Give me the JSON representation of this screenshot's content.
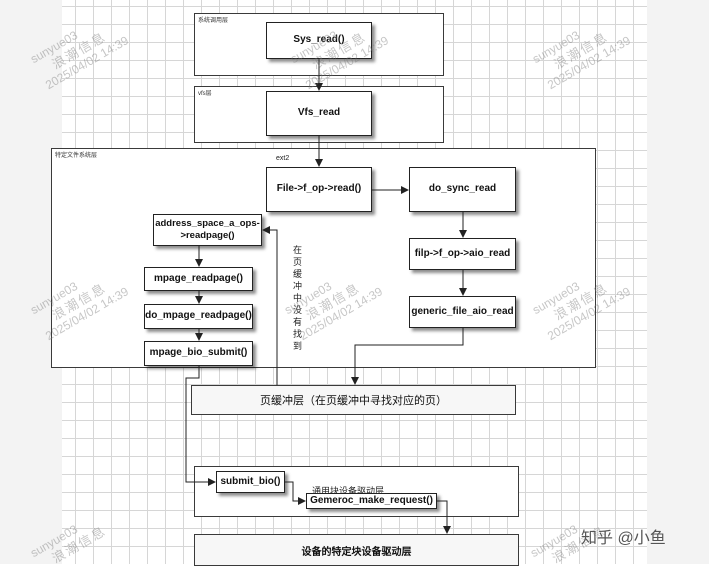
{
  "layers": {
    "syscall": "系统调用层",
    "vfs": "vfs层",
    "fs": "特定文件系统层",
    "ext2": "ext2",
    "generic_block": "通用块设备驱动层"
  },
  "nodes": {
    "sys_read": "Sys_read()",
    "vfs_read": "Vfs_read",
    "file_op_read": "File->f_op->read()",
    "do_sync_read": "do_sync_read",
    "aops_readpage": "address_space_a_ops->readpage()",
    "filp_aio_read": "filp->f_op->aio_read",
    "mpage_readpage": "mpage_readpage()",
    "do_mpage_readpage": "do_mpage_readpage()",
    "generic_file_aio_read": "generic_file_aio_read",
    "mpage_bio_submit": "mpage_bio_submit()",
    "submit_bio": "submit_bio()",
    "make_request": "Gemeroc_make_request()"
  },
  "bands": {
    "page_cache": "页缓冲层（在页缓冲中寻找对应的页）",
    "device_driver": "设备的特定块设备驱动层"
  },
  "annotations": {
    "not_found": "在页缓冲中没有找到"
  },
  "watermark": {
    "user": "sunyue03",
    "org": "浪潮信息",
    "datetime": "2025/04/02 14:39"
  },
  "source_mark": "知乎 @小鱼"
}
